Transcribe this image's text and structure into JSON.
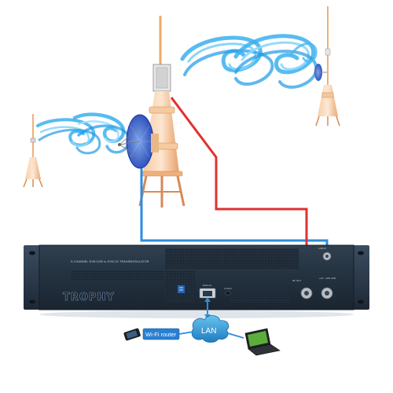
{
  "device": {
    "caption": "S-CHANNEL DVB-DVB to DVB-S2 TRANSMODULATOR",
    "brand": "TROPHY",
    "port_ethernet": "Ethernet",
    "port_ctrl": "Control",
    "port_lnb_in": "LNB IN",
    "port_rf_out": "RF OUT",
    "port_out_lbl": "+15...+25V\n3dB"
  },
  "network": {
    "lan_label": "LAN",
    "router_label": "Wi-Fi router"
  },
  "colors": {
    "rack_body": "#23313f",
    "signal_waves": "#3ab0ee",
    "cable_blue": "#2a8ee0",
    "cable_red": "#e03131",
    "tower_orange": "#f0b07a",
    "cloud_blue": "#3a9fd8"
  }
}
